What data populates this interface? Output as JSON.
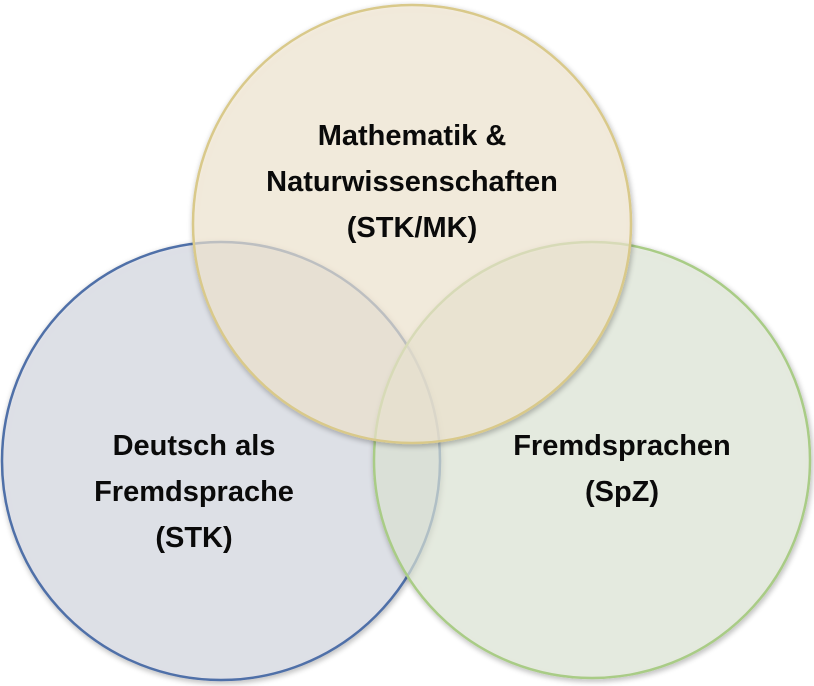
{
  "diagram": {
    "type": "venn",
    "circles": [
      {
        "id": "top",
        "lines": [
          "Mathematik &",
          "Naturwissenschaften",
          "(STK/MK)"
        ],
        "fill": "#f8edd6",
        "stroke": "#d9c98a",
        "glow": "#f2e6a8"
      },
      {
        "id": "left",
        "lines": [
          "Deutsch als",
          "Fremdsprache",
          "(STK)"
        ],
        "fill": "#dcdee9",
        "stroke": "#4f6fa8",
        "glow": "#9fb1d6"
      },
      {
        "id": "right",
        "lines": [
          "Fremdsprachen",
          "(SpZ)"
        ],
        "fill": "#e5eedd",
        "stroke": "#a9cc86",
        "glow": "#cfe4b5"
      }
    ]
  }
}
